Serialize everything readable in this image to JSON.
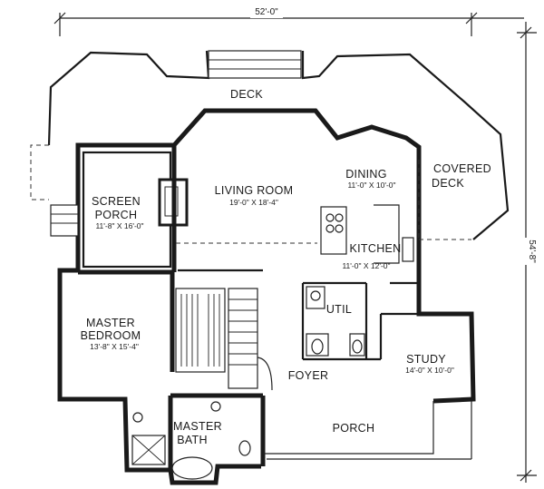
{
  "overall": {
    "width": "52'-0\"",
    "depth": "54'-8\""
  },
  "rooms": {
    "deck": {
      "name": "DECK"
    },
    "living": {
      "name": "LIVING ROOM",
      "dims": "19'-0\" X 18'-4\""
    },
    "dining": {
      "name": "DINING",
      "dims": "11'-0\" X 10'-0\""
    },
    "covered_deck": {
      "line1": "COVERED",
      "line2": "DECK"
    },
    "screen_porch": {
      "line1": "SCREEN",
      "line2": "PORCH",
      "dims": "11'-8\" X 16'-0\""
    },
    "kitchen": {
      "name": "KITCHEN",
      "dims": "11'-0\" X 12'-0\""
    },
    "util": {
      "name": "UTIL"
    },
    "master_bedroom": {
      "line1": "MASTER",
      "line2": "BEDROOM",
      "dims": "13'-8\" X 15'-4\""
    },
    "foyer": {
      "name": "FOYER"
    },
    "study": {
      "name": "STUDY",
      "dims": "14'-0\" X 10'-0\""
    },
    "porch": {
      "name": "PORCH"
    },
    "master_bath": {
      "line1": "MASTER",
      "line2": "BATH"
    }
  }
}
